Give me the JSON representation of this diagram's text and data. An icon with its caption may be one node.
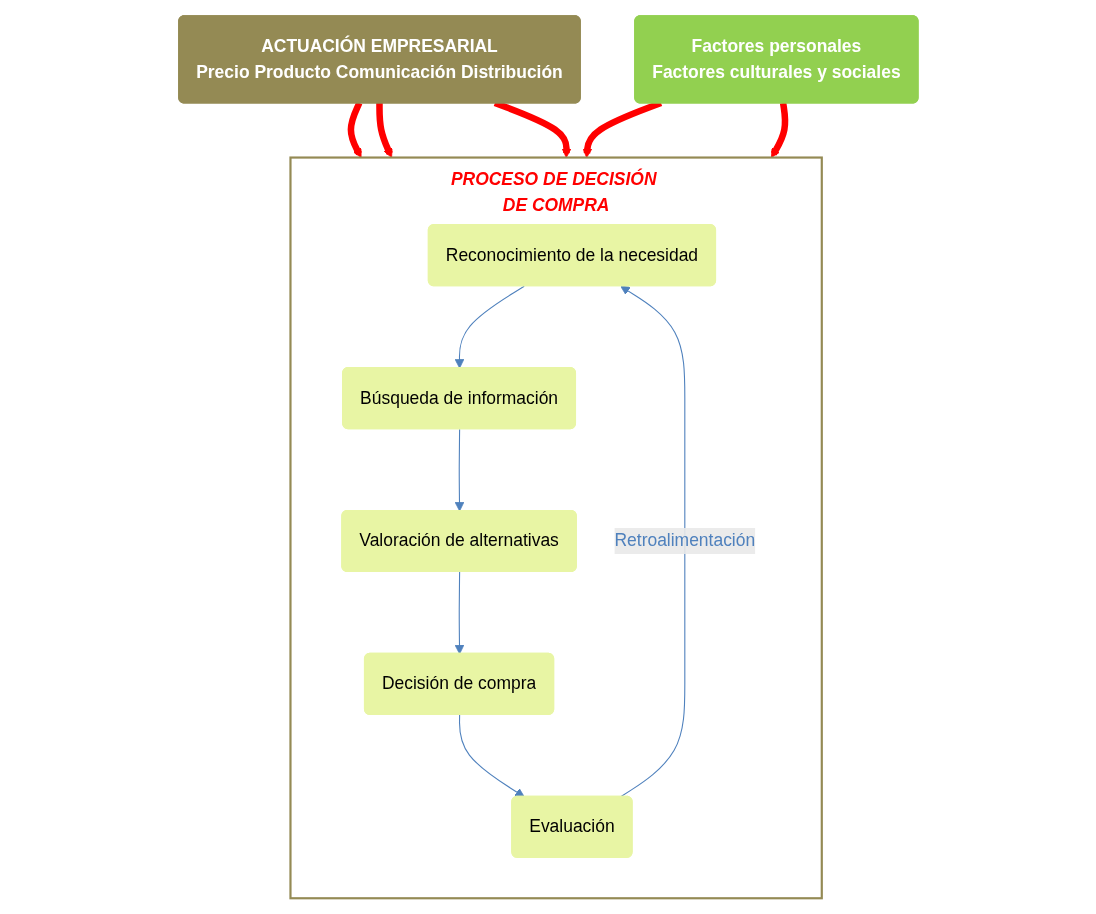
{
  "diagram": {
    "nodes": [
      {
        "text": [
          "ACTUACIÓN EMPRESARIAL",
          "Precio Producto Comunicación Distribución"
        ]
      },
      {
        "text": [
          "Factores personales",
          "Factores culturales y sociales"
        ]
      },
      {
        "text": [
          "PROCESO DE DECISIÓN DE COMPRA"
        ]
      },
      {
        "text": [
          "Reconocimiento de la necesidad"
        ],
        "in": 2
      },
      {
        "text": [
          "Búsqueda de información"
        ],
        "in": 2
      },
      {
        "text": [
          "Valoración de alternativas"
        ],
        "in": 2
      },
      {
        "text": [
          "Decisión de compra"
        ],
        "in": 2
      },
      {
        "text": [
          "Evaluación"
        ],
        "in": 2
      }
    ],
    "edges": [
      {
        "from": 0,
        "to": 2,
        "arrow": "to",
        "style": "thick",
        "color": "#ff0000"
      },
      {
        "from": 0,
        "to": 2,
        "arrow": "to",
        "style": "thick",
        "color": "#ff0000"
      },
      {
        "from": 0,
        "to": 2,
        "arrow": "to",
        "style": "thick",
        "color": "#ff0000"
      },
      {
        "from": 1,
        "to": 2,
        "arrow": "to",
        "style": "thick",
        "color": "#ff0000"
      },
      {
        "from": 1,
        "to": 2,
        "arrow": "to",
        "style": "thick",
        "color": "#ff0000"
      },
      {
        "from": 3,
        "to": 4,
        "arrow": "to",
        "color": "#4f81bd"
      },
      {
        "from": 4,
        "to": 5,
        "arrow": "to",
        "color": "#4f81bd"
      },
      {
        "from": 5,
        "to": 6,
        "arrow": "to",
        "color": "#4f81bd"
      },
      {
        "from": 6,
        "to": 7,
        "arrow": "to",
        "color": "#4f81bd"
      },
      {
        "from": 7,
        "to": 3,
        "arrow": "to",
        "label": "Retroalimentación",
        "color": "#4f81bd"
      }
    ]
  }
}
